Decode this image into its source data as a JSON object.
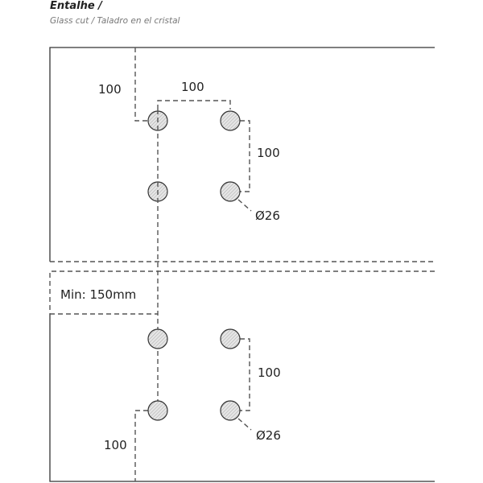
{
  "header": {
    "title": "Entalhe /",
    "subtitle": "Glass cut / Taladro en el cristal"
  },
  "diagram": {
    "top_panel": {
      "edge_distance_label": "100",
      "horizontal_spacing_label": "100",
      "vertical_spacing_label": "100",
      "hole_diameter_label": "Ø26"
    },
    "bottom_panel": {
      "min_gap_label": "Min: 150mm",
      "vertical_spacing_label": "100",
      "hole_diameter_label": "Ø26",
      "edge_distance_label": "100"
    },
    "colors": {
      "line": "#333333",
      "hatch": "#999999"
    }
  }
}
